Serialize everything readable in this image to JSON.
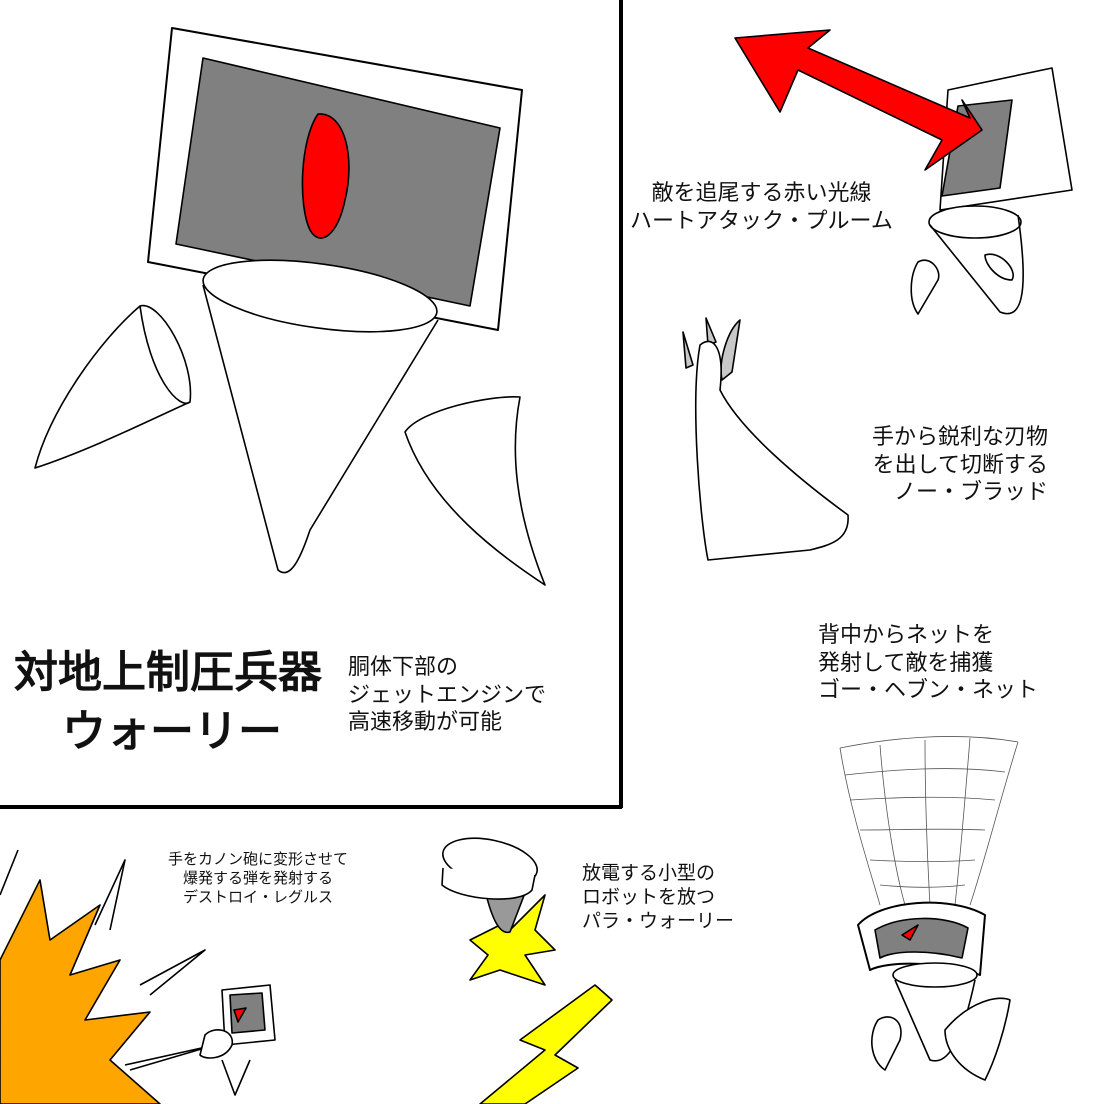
{
  "title": {
    "line1": "対地上制圧兵器",
    "line2": "ウォーリー"
  },
  "main_caption": [
    "胴体下部の",
    "ジェットエンジンで",
    "高速移動が可能"
  ],
  "attacks": [
    {
      "lines": [
        "敵を追尾する赤い光線",
        "ハートアタック・プルーム"
      ]
    },
    {
      "lines": [
        "手から鋭利な刃物",
        "を出して切断する",
        "ノー・ブラッド"
      ]
    },
    {
      "lines": [
        "背中からネットを",
        "発射して敵を捕獲",
        "ゴー・ヘブン・ネット"
      ]
    },
    {
      "lines": [
        "手をカノン砲に変形させて",
        "爆発する弾を発射する",
        "デストロイ・レグルス"
      ]
    },
    {
      "lines": [
        "放電する小型の",
        "ロボットを放つ",
        "パラ・ウォーリー"
      ]
    }
  ],
  "colors": {
    "screen": "#808080",
    "eye": "#ff0000",
    "explosion": "#ffa500",
    "lightning": "#ffff00",
    "blade": "#c8c8c8"
  }
}
